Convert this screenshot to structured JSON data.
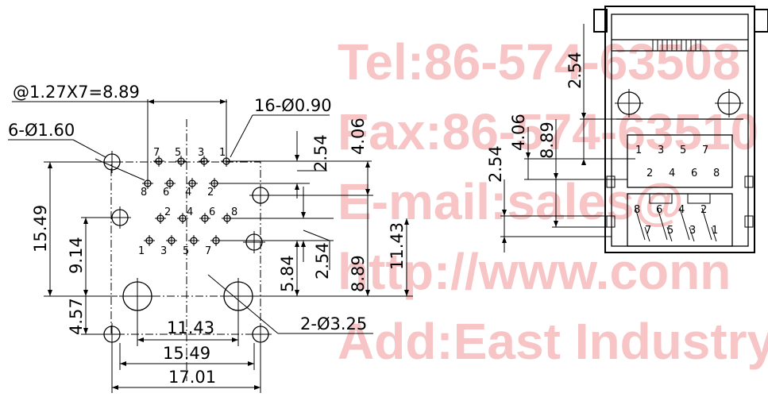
{
  "watermark": {
    "tel": "Tel:86-574-63508",
    "fax": "Fax:86-574-63510",
    "email": "E-mail:sales@",
    "http": "http://www.conn",
    "address": "Add:East Industry"
  },
  "footprint": {
    "pitch_label": "@1.27X7=8.89",
    "pin_holes_label": "16-Ø0.90",
    "mount_holes_label": "6-Ø1.60",
    "boss_holes_label": "2-Ø3.25",
    "dims": {
      "h_1549": "15.49",
      "h_914": "9.14",
      "h_457": "4.57",
      "v_406": "4.06",
      "v_254_top": "2.54",
      "v_254_mid": "2.54",
      "v_584": "5.84",
      "v_889": "8.89",
      "v_1143": "11.43",
      "w_1143": "11.43",
      "w_1549": "15.49",
      "w_1701": "17.01"
    },
    "pins": {
      "row1": [
        "7",
        "5",
        "3",
        "1"
      ],
      "row2": [
        "8",
        "6",
        "4",
        "2"
      ],
      "row3": [
        "2",
        "4",
        "6",
        "8"
      ],
      "row4": [
        "1",
        "3",
        "5",
        "7"
      ]
    }
  },
  "front_view": {
    "dims": {
      "d_254_top": "2.54",
      "d_406": "4.06",
      "d_889": "8.89",
      "d_254_left": "2.54"
    },
    "top_row": [
      "1",
      "3",
      "5",
      "7"
    ],
    "mid_row": [
      "2",
      "4",
      "6",
      "8"
    ],
    "contacts_upper": [
      "8",
      "6",
      "4",
      "2"
    ],
    "contacts_lower": [
      "7",
      "5",
      "3",
      "1"
    ]
  }
}
